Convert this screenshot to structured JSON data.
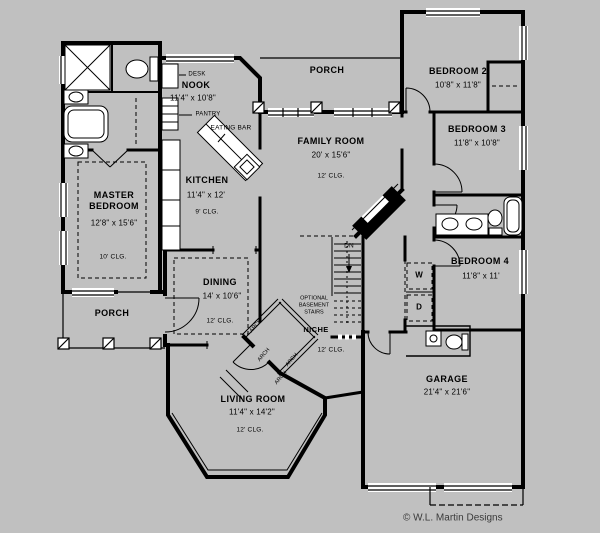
{
  "plan": {
    "credit": "© W.L. Martin Designs",
    "rooms": [
      {
        "name": "BEDROOM 2",
        "dims": "10'8\" x 11'8\""
      },
      {
        "name": "NOOK",
        "dims": "11'4\" x 10'8\""
      },
      {
        "name": "PORCH"
      },
      {
        "name": "FAMILY ROOM",
        "dims": "20' x 15'6\"",
        "ceiling": "12' CLG."
      },
      {
        "name": "BEDROOM 3",
        "dims": "11'8\" x 10'8\""
      },
      {
        "name": "MASTER BEDROOM",
        "dims": "12'8\" x 15'6\"",
        "ceiling": "10' CLG."
      },
      {
        "name": "KITCHEN",
        "dims": "11'4\" x 12'",
        "ceiling": "9' CLG."
      },
      {
        "name": "DINING",
        "dims": "14' x 10'6\"",
        "ceiling": "12' CLG."
      },
      {
        "name": "BEDROOM 4",
        "dims": "11'8\" x 11'"
      },
      {
        "name": "PORCH"
      },
      {
        "name": "LIVING ROOM",
        "dims": "11'4\" x 14'2\"",
        "ceiling": "12' CLG."
      },
      {
        "name": "GARAGE",
        "dims": "21'4\" x 21'6\""
      }
    ],
    "annotations": {
      "desk": "DESK",
      "pantry": "PANTRY",
      "eating_bar": "EATING BAR",
      "down": "DN",
      "optional_stairs": "OPTIONAL\nBASEMENT\nSTAIRS",
      "niche": "NICHE",
      "arch": "ARCH",
      "washer": "W",
      "dryer": "D",
      "foyer_ceiling": "12' CLG."
    },
    "colors": {
      "background": "#c0c0c0",
      "wall": "#000000",
      "fixture": "#ffffff"
    }
  }
}
